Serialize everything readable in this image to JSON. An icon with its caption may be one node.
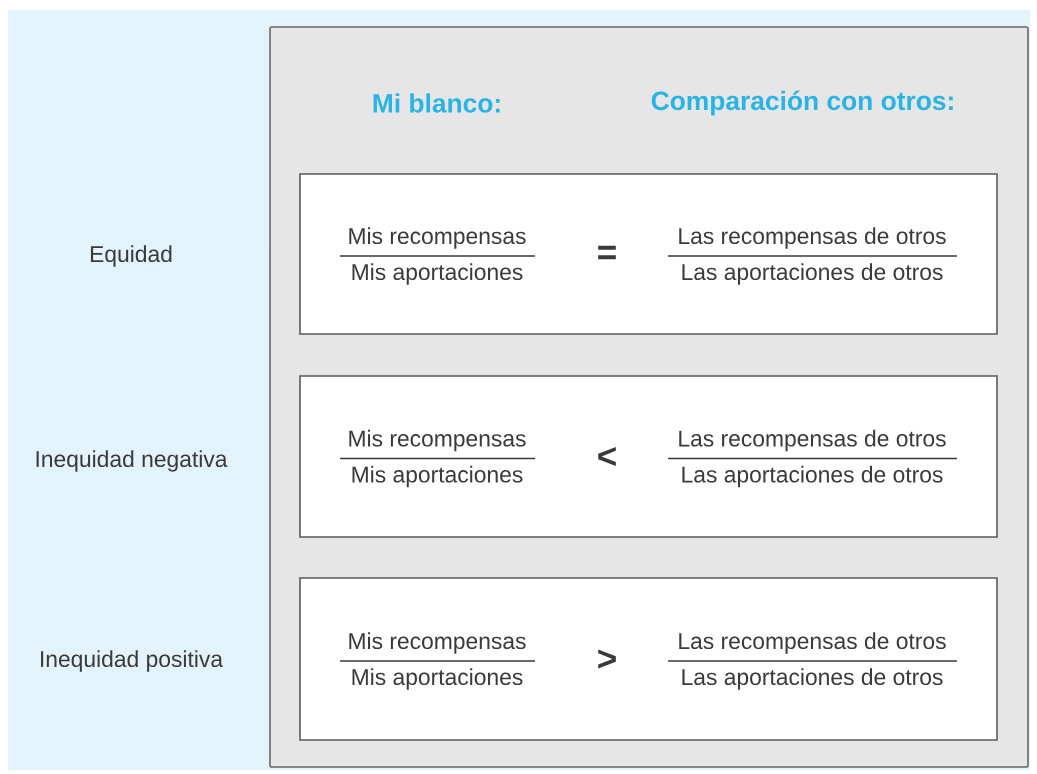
{
  "diagram": {
    "nodes": [
      {
        "text": [
          "Mi blanco:",
          "Comparación con otros:"
        ]
      },
      {
        "text": [
          "Mis recompensas",
          "Mis aportaciones",
          "=",
          "Las recompensas de otros",
          "Las aportaciones de otros"
        ],
        "in": 0
      },
      {
        "text": [
          "Mis recompensas",
          "Mis aportaciones",
          "<",
          "Las recompensas de otros",
          "Las aportaciones de otros"
        ],
        "in": 0
      },
      {
        "text": [
          "Mis recompensas",
          "Mis aportaciones",
          ">",
          "Las recompensas de otros",
          "Las aportaciones de otros"
        ],
        "in": 0
      }
    ],
    "labels": [
      "Equidad",
      "Inequidad negativa",
      "Inequidad positiva"
    ]
  }
}
